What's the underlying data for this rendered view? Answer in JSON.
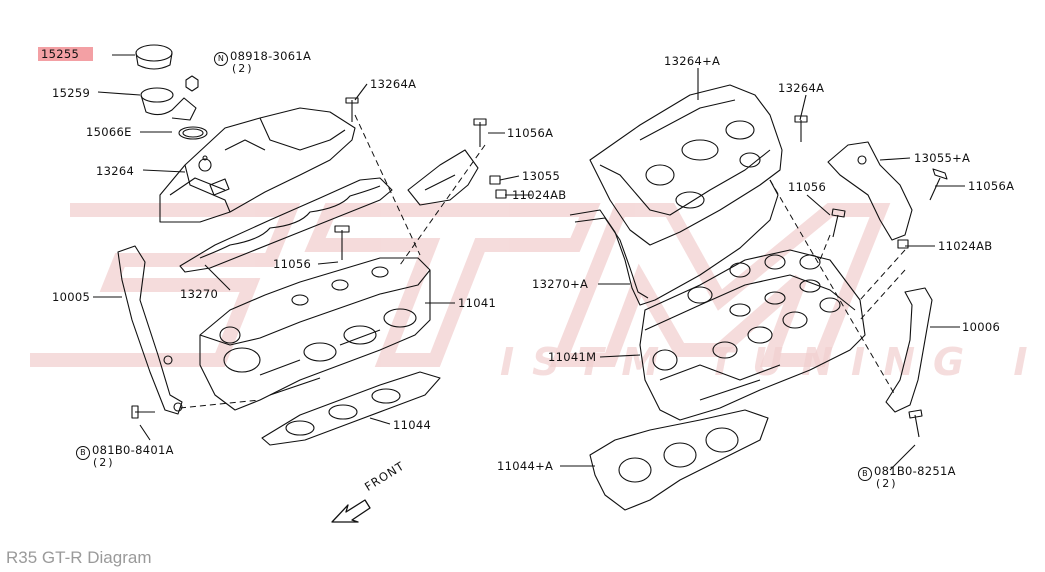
{
  "caption": "R35 GT-R Diagram",
  "front_label": "FRONT",
  "colors": {
    "highlight": "#f3a0a4",
    "line": "#111111",
    "watermark": "#f2d0d0",
    "caption": "#9a9a9a"
  },
  "parts": {
    "p15255": "15255",
    "p08918": "08918-3061A",
    "p08918_qty": "(2)",
    "p15259": "15259",
    "p15066e": "15066E",
    "p13264a_left": "13264A",
    "p13264": "13264",
    "p11056a_mid": "11056A",
    "p13055": "13055",
    "p11024ab_mid": "11024AB",
    "p13270": "13270",
    "p11056_left": "11056",
    "p10005": "10005",
    "p11041": "11041",
    "p11044": "11044",
    "p081b0_8401a": "081B0-8401A",
    "p081b0_8401a_qty": "(2)",
    "p13264pa": "13264+A",
    "p13264a_right": "13264A",
    "p13055pa": "13055+A",
    "p11056a_right": "11056A",
    "p11056_right": "11056",
    "p11024ab_right": "11024AB",
    "p13270pa": "13270+A",
    "p10006": "10006",
    "p11041m": "11041M",
    "p11044pa": "11044+A",
    "p081b0_8251a": "081B0-8251A",
    "p081b0_8251a_qty": "(2)"
  },
  "symbols": {
    "n": "N",
    "b": "B"
  }
}
